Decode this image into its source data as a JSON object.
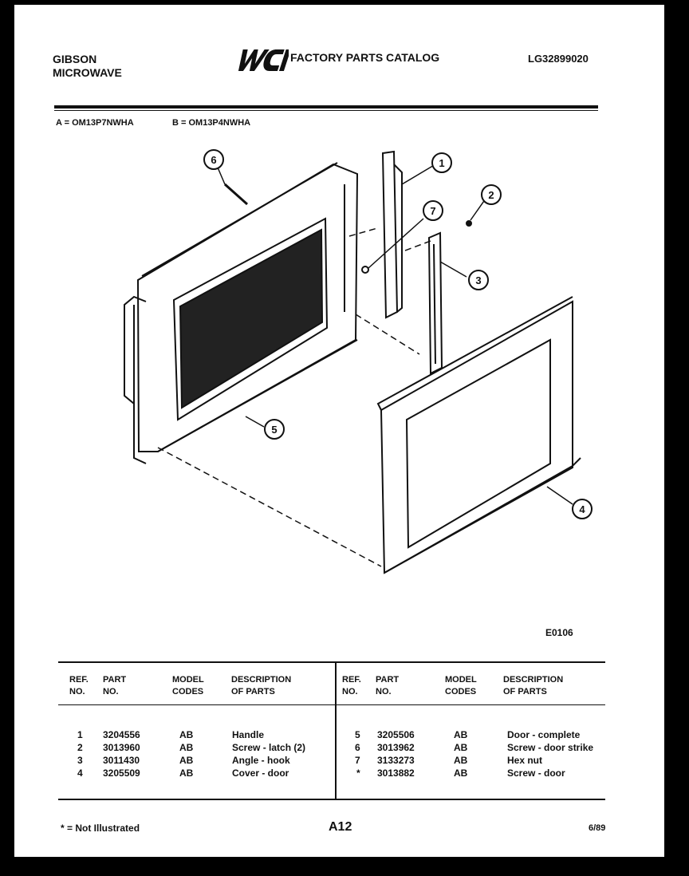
{
  "header": {
    "brand": "GIBSON",
    "product": "MICROWAVE",
    "logo_text": "WCI",
    "catalog_title": "FACTORY PARTS CATALOG",
    "catalog_number": "LG32899020"
  },
  "models": {
    "a": "A = OM13P7NWHA",
    "b": "B = OM13P4NWHA"
  },
  "diagram": {
    "code": "E0106",
    "callouts": [
      "1",
      "2",
      "3",
      "4",
      "5",
      "7",
      "6"
    ]
  },
  "table": {
    "headers": {
      "ref": [
        "REF.",
        "NO."
      ],
      "part": [
        "PART",
        "NO."
      ],
      "model": [
        "MODEL",
        "CODES"
      ],
      "desc": [
        "DESCRIPTION",
        "OF PARTS"
      ]
    },
    "left": [
      {
        "ref": "1",
        "part": "3204556",
        "model": "AB",
        "desc": "Handle"
      },
      {
        "ref": "2",
        "part": "3013960",
        "model": "AB",
        "desc": "Screw - latch (2)"
      },
      {
        "ref": "3",
        "part": "3011430",
        "model": "AB",
        "desc": "Angle - hook"
      },
      {
        "ref": "4",
        "part": "3205509",
        "model": "AB",
        "desc": "Cover - door"
      }
    ],
    "right": [
      {
        "ref": "5",
        "part": "3205506",
        "model": "AB",
        "desc": "Door - complete"
      },
      {
        "ref": "6",
        "part": "3013962",
        "model": "AB",
        "desc": "Screw - door strike"
      },
      {
        "ref": "7",
        "part": "3133273",
        "model": "AB",
        "desc": "Hex nut"
      },
      {
        "ref": "*",
        "part": "3013882",
        "model": "AB",
        "desc": "Screw - door"
      }
    ]
  },
  "footer": {
    "note": "* = Not Illustrated",
    "page": "A12",
    "date": "6/89"
  }
}
